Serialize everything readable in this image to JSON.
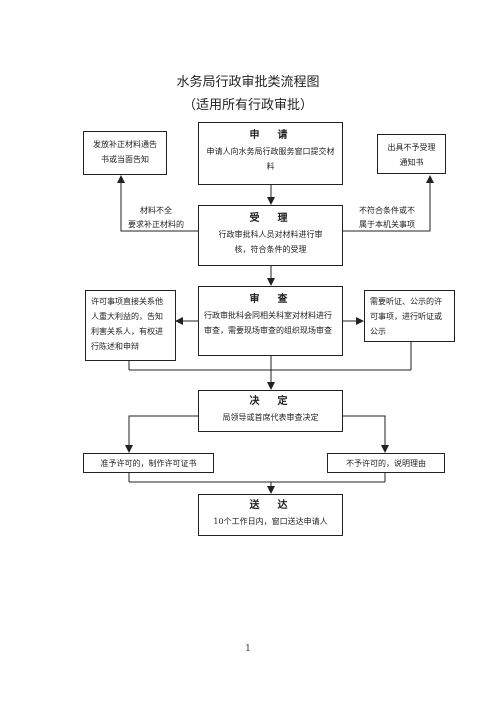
{
  "title": "水务局行政审批类流程图",
  "subtitle": "（适用所有行政审批）",
  "boxes": {
    "apply": {
      "head": "申　请",
      "body": "申请人向水务局行政服务窗口提交材料"
    },
    "notify_left": {
      "body": "发放补正材料通告书或当面告知"
    },
    "notify_right": {
      "body": "出具不予受理通知书"
    },
    "accept": {
      "head": "受　理",
      "body": "行政审批科人员对材料进行审核，符合条件的受理"
    },
    "review": {
      "head": "审　查",
      "body": "行政审批科会同相关科室对材料进行审查，需要现场审查的组织现场审查"
    },
    "review_left": {
      "body": "许可事项直接关系他人重大利益的，告知利害关系人，有权进行陈述和申辩"
    },
    "review_right": {
      "body": "需要听证、公示的许可事项，进行听证或公示"
    },
    "decide": {
      "head": "决　定",
      "body": "局领导或首席代表审查决定"
    },
    "approve": {
      "body": "准予许可的，制作许可证书"
    },
    "reject": {
      "body": "不予许可的，说明理由"
    },
    "deliver": {
      "head": "送　达",
      "body": "10个工作日内，窗口送达申请人"
    }
  },
  "labels": {
    "left_condition": "材料不全\n要求补正材料的",
    "right_condition": "不符合条件或不\n属于本机关事项"
  },
  "page_number": "1"
}
